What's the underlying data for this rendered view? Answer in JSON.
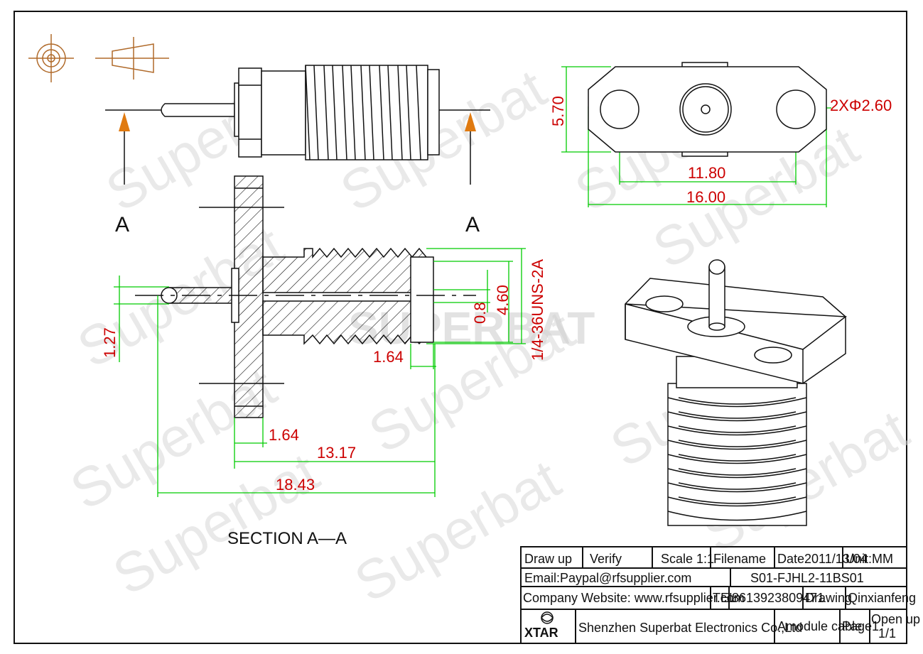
{
  "watermark": "Superbat",
  "watermark_center": "SUPERBAT",
  "section": {
    "marker_left": "A",
    "marker_right": "A",
    "caption": "SECTION A—A"
  },
  "dimensions": {
    "height_5_70": "5.70",
    "holes": "2XΦ2.60",
    "spacing_11_80": "11.80",
    "width_16_00": "16.00",
    "thread": "1/4-36UNS-2A",
    "bore_4_60": "4.60",
    "pin_0_8": "0.8",
    "pin_1_27": "1.27",
    "face_1_64": "1.64",
    "flange_1_64": "1.64",
    "len_13_17": "13.17",
    "len_18_43": "18.43"
  },
  "title_block": {
    "draw_up": "Draw up",
    "verify": "Verify",
    "scale": "Scale 1:1",
    "filename_label": "Filename",
    "date": "Date2011/13/04",
    "unit": "Unit:MM",
    "email": "Email:Paypal@rfsupplier.com",
    "filename": "S01-FJHL2-11BS01",
    "website": "Company Website:  www.rfsupplier.com",
    "tel_label": "TEL",
    "tel": "8613923809471",
    "drawing_label": "Drawing",
    "drawer": "Qinxianfeng",
    "logo_text": "XTAR",
    "company": "Shenzhen Superbat Electronics Co.,Ltd",
    "product": "Amodule cable",
    "page": "Page1",
    "open_up": "Open up",
    "open_up_value": "1/1"
  },
  "colors": {
    "dimension_text": "#cc0000",
    "dimension_line": "#00cc00",
    "arrow": "#e07a10",
    "drawing_line": "#111111"
  }
}
